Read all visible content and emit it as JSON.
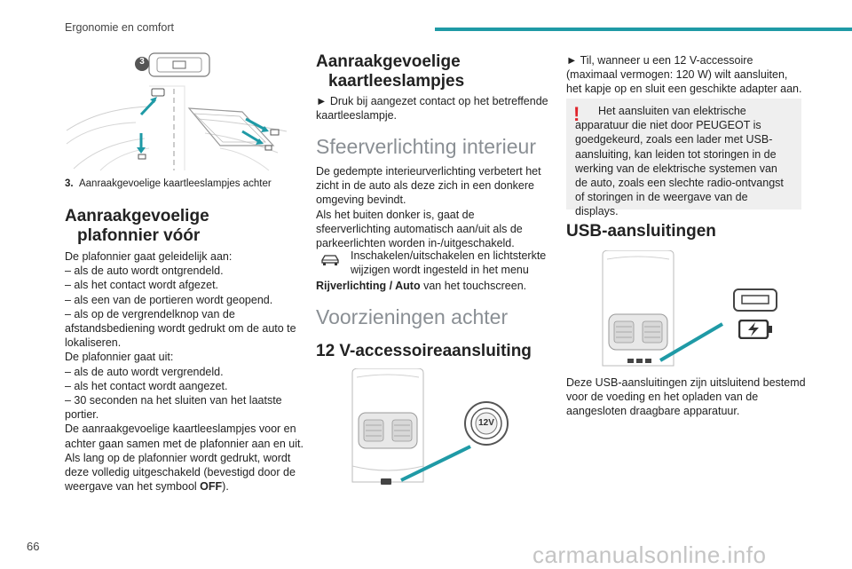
{
  "header": {
    "section_title": "Ergonomie en comfort"
  },
  "page_number": "66",
  "watermark": "carmanualsonline.info",
  "col1": {
    "figure_callout": "3",
    "caption_num": "3.",
    "caption_text": "Aanraakgevoelige kaartleeslampjes achter",
    "heading_line1": "Aanraakgevoelige",
    "heading_line2": "plafonnier vóór",
    "paragraph_pre": "De plafonnier gaat geleidelijk aan:\n– als de auto wordt ontgrendeld.\n– als het contact wordt afgezet.\n– als een van de portieren wordt geopend.\n– als op de vergrendelknop van de afstandsbediening wordt gedrukt om de auto te lokaliseren.\nDe plafonnier gaat uit:\n– als de auto wordt vergrendeld.\n– als het contact wordt aangezet.\n– 30 seconden na het sluiten van het laatste portier.\nDe aanraakgevoelige kaartleeslampjes voor en achter gaan samen met de plafonnier aan en uit.\nAls lang op de plafonnier wordt gedrukt, wordt deze volledig uitgeschakeld (bevestigd door de weergave van het symbool ",
    "off_symbol": "OFF",
    "paragraph_post": ")."
  },
  "col2": {
    "heading1_line1": "Aanraakgevoelige",
    "heading1_line2": "kaartleeslampjes",
    "text1": "► Druk bij aangezet contact op het betreffende kaartleeslampje.",
    "heading2": "Sfeerverlichting interieur",
    "text2": "De gedempte interieurverlichting verbetert het zicht in de auto als deze zich in een donkere omgeving bevindt.\nAls het buiten donker is, gaat de sfeerverlichting automatisch aan/uit als de parkeerlichten worden in-/uitgeschakeld.",
    "note_text": "Inschakelen/uitschakelen en lichtsterkte wijzigen wordt ingesteld in het menu",
    "note_bold": "Rijverlichting / Auto",
    "note_after": " van het touchscreen.",
    "heading3": "Voorzieningen achter",
    "heading4": "12 V-accessoireaansluiting",
    "socket_label": "12V"
  },
  "col3": {
    "text1": "► Til, wanneer u een 12 V-accessoire (maximaal vermogen: 120 W) wilt aansluiten, het kapje op en sluit een geschikte adapter aan.",
    "warning_mark": "!",
    "warning_text": "Het aansluiten van elektrische apparatuur die niet door PEUGEOT is goedgekeurd, zoals een lader met USB-aansluiting, kan leiden tot storingen in de werking van de elektrische systemen van de auto, zoals een slechte radio-ontvangst of storingen in de weergave van de displays.",
    "heading": "USB-aansluitingen",
    "text2": "Deze USB-aansluitingen zijn uitsluitend bestemd voor de voeding en het opladen van de aangesloten draagbare apparatuur."
  },
  "colors": {
    "accent": "#1f9aa6",
    "warning": "#e0242c",
    "light_heading": "#8a8f94"
  },
  "icons": [
    "car-icon",
    "warning-exclamation-icon",
    "charging-battery-icon",
    "usb-port-icon",
    "socket-12v-icon"
  ]
}
